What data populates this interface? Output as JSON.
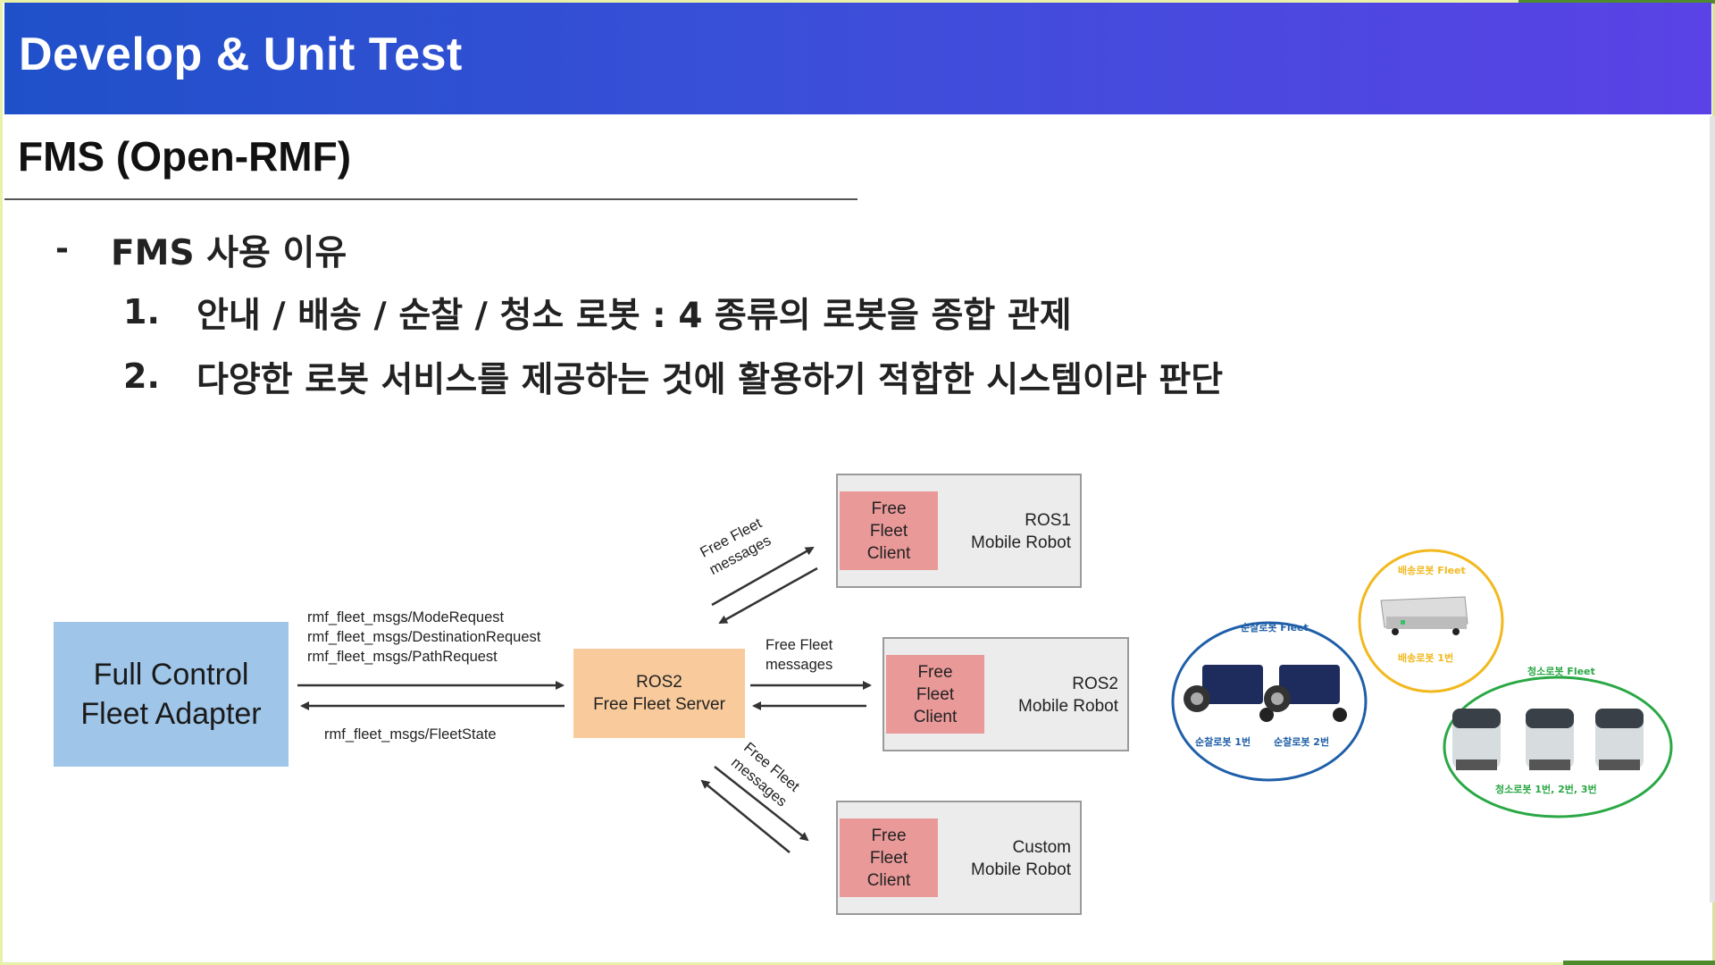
{
  "header": {
    "title": "Develop & Unit Test"
  },
  "subtitle": "FMS (Open-RMF)",
  "bullet": {
    "dash": "-",
    "text": "FMS 사용 이유"
  },
  "items": [
    {
      "num": "1.",
      "text": "안내 / 배송 / 순찰 / 청소 로봇 : 4 종류의 로봇을 종합 관제"
    },
    {
      "num": "2.",
      "text": "다양한 로봇 서비스를 제공하는 것에 활용하기 적합한 시스템이라 판단"
    }
  ],
  "diagram": {
    "adapter": {
      "line1": "Full Control",
      "line2": "Fleet Adapter"
    },
    "server": {
      "line1": "ROS2",
      "line2": "Free Fleet Server"
    },
    "requests": [
      "rmf_fleet_msgs/ModeRequest",
      "rmf_fleet_msgs/DestinationRequest",
      "rmf_fleet_msgs/PathRequest"
    ],
    "state": "rmf_fleet_msgs/FleetState",
    "messages": {
      "line1": "Free Fleet",
      "line2": "messages"
    },
    "client": {
      "line1": "Free",
      "line2": "Fleet",
      "line3": "Client"
    },
    "robots": [
      {
        "line1": "ROS1",
        "line2": "Mobile Robot"
      },
      {
        "line1": "ROS2",
        "line2": "Mobile Robot"
      },
      {
        "line1": "Custom",
        "line2": "Mobile Robot"
      }
    ]
  },
  "fleets": {
    "patrol": {
      "title": "순찰로봇 Fleet",
      "robot1": "순찰로봇 1번",
      "robot2": "순찰로봇 2번",
      "color": "#1f5fa8"
    },
    "delivery": {
      "title": "배송로봇 Fleet",
      "robot1": "배송로봇 1번",
      "color": "#f2b81e"
    },
    "cleaning": {
      "title": "청소로봇 Fleet",
      "robots": "청소로봇 1번, 2번, 3번",
      "color": "#2aa845"
    }
  }
}
